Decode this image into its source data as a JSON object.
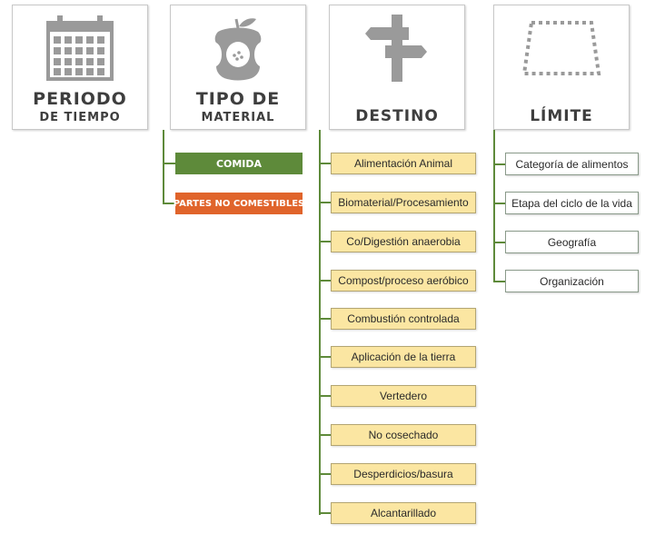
{
  "colors": {
    "line": "#5e8a3a",
    "comida": "#5e8a3a",
    "partes": "#e0642b",
    "destino_fill": "#fbe6a2",
    "card_text": "#3e3e3e",
    "icon": "#9a9a9a"
  },
  "cards": [
    {
      "line1": "PERIODO",
      "line2": "DE TIEMPO",
      "icon": "calendar-icon"
    },
    {
      "line1": "TIPO DE",
      "line2": "MATERIAL",
      "icon": "apple-core-icon"
    },
    {
      "line1": "DESTINO",
      "line2": "",
      "icon": "signpost-icon"
    },
    {
      "line1": "LÍMITE",
      "line2": "",
      "icon": "dotted-boundary-icon"
    }
  ],
  "material": [
    "COMIDA",
    "PARTES NO COMESTIBLES"
  ],
  "destino": [
    "Alimentación Animal",
    "Biomaterial/Procesamiento",
    "Co/Digestión anaerobia",
    "Compost/proceso aeróbico",
    "Combustión controlada",
    "Aplicación de la tierra",
    "Vertedero",
    "No cosechado",
    "Desperdicios/basura",
    "Alcantarillado"
  ],
  "limite": [
    "Categoría de alimentos",
    "Etapa del ciclo de la vida",
    "Geografía",
    "Organización"
  ]
}
